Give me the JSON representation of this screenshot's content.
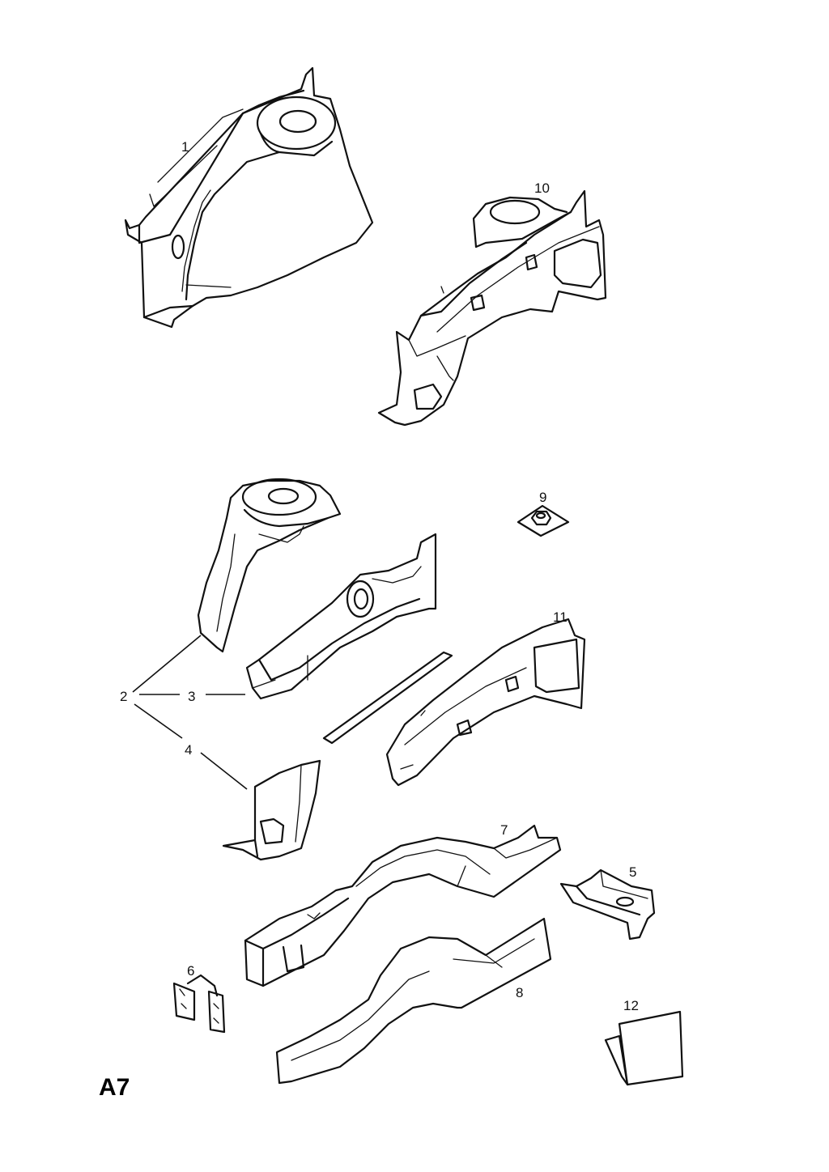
{
  "sheet_code": "A7",
  "callouts": {
    "c1": "1",
    "c2": "2",
    "c3": "3",
    "c4": "4",
    "c5": "5",
    "c6": "6",
    "c7": "7",
    "c8": "8",
    "c9": "9",
    "c10": "10",
    "c11": "11",
    "c12": "12"
  }
}
